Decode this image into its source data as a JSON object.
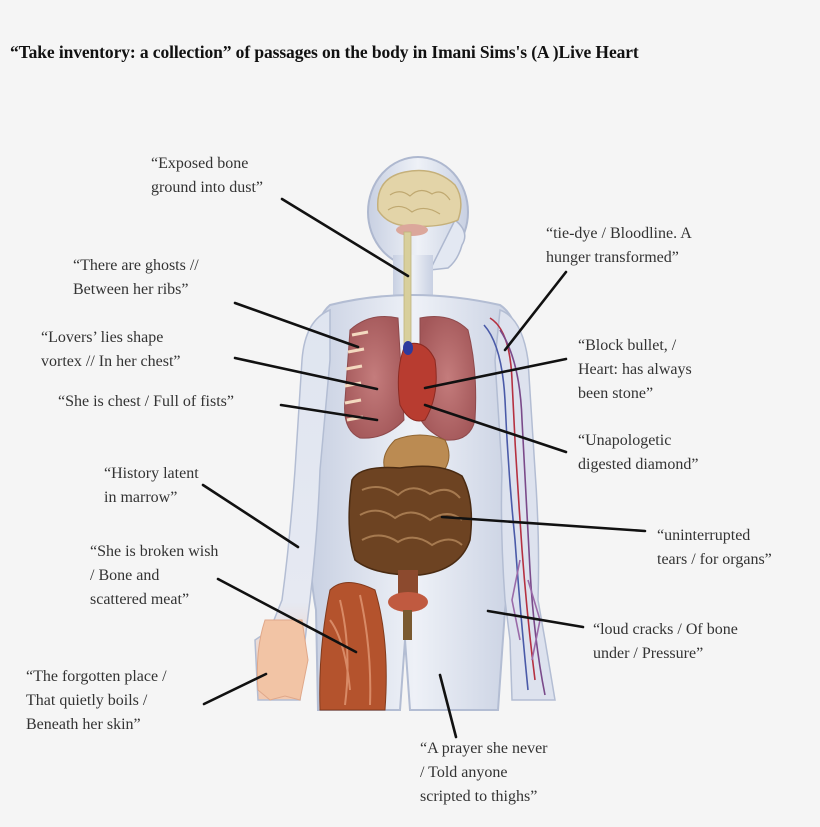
{
  "title": "“Take inventory: a collection” of passages on the body in Imani Sims's (A )Live Heart",
  "figure": {
    "description": "Anatomical human body illustration showing brain, spine, lungs, heart, stomach, intestines, veins, muscles",
    "background_color": "#f5f5f5",
    "colors": {
      "body_outline": "#b9c3d9",
      "body_fill": "#e3e8f2",
      "brain": "#e2d3a6",
      "lungs": "#b86a6c",
      "heart": "#b23a2c",
      "intestines": "#6b4020",
      "stomach": "#b98a52",
      "muscle": "#b4532d",
      "veins_red": "#b53040",
      "veins_blue": "#4858a8",
      "hand_skin": "#f0c0a0"
    }
  },
  "labels": [
    {
      "id": "exposed-bone",
      "text": "“Exposed bone\nground into dust”",
      "target": "spine-neck"
    },
    {
      "id": "ghosts",
      "text": "“There are ghosts //\nBetween her ribs”",
      "target": "ribs"
    },
    {
      "id": "lovers-lies",
      "text": "“Lovers’ lies shape\nvortex // In her chest”",
      "target": "lung-upper"
    },
    {
      "id": "chest-fists",
      "text": "“She is chest / Full of fists”",
      "target": "lung-lower"
    },
    {
      "id": "history-marrow",
      "text": "“History latent\nin marrow”",
      "target": "forearm-bone"
    },
    {
      "id": "broken-wish",
      "text": "“She is broken wish\n/ Bone and\nscattered meat”",
      "target": "thigh-muscle"
    },
    {
      "id": "forgotten-place",
      "text": "“The forgotten place /\nThat quietly boils /\nBeneath her skin”",
      "target": "hand"
    },
    {
      "id": "prayer",
      "text": "“A prayer she never\n/ Told anyone\nscripted to thighs”",
      "target": "thigh"
    },
    {
      "id": "tie-dye",
      "text": "“tie-dye / Bloodline. A\nhunger transformed”",
      "target": "arm-veins"
    },
    {
      "id": "block-bullet",
      "text": "“Block bullet, /\nHeart: has always\nbeen stone”",
      "target": "heart"
    },
    {
      "id": "unapologetic",
      "text": "“Unapologetic\ndigested diamond”",
      "target": "stomach"
    },
    {
      "id": "uninterrupted",
      "text": "“uninterrupted\ntears / for organs”",
      "target": "intestines"
    },
    {
      "id": "loud-cracks",
      "text": "“loud cracks / Of bone\nunder / Pressure”",
      "target": "hip-bone"
    }
  ]
}
